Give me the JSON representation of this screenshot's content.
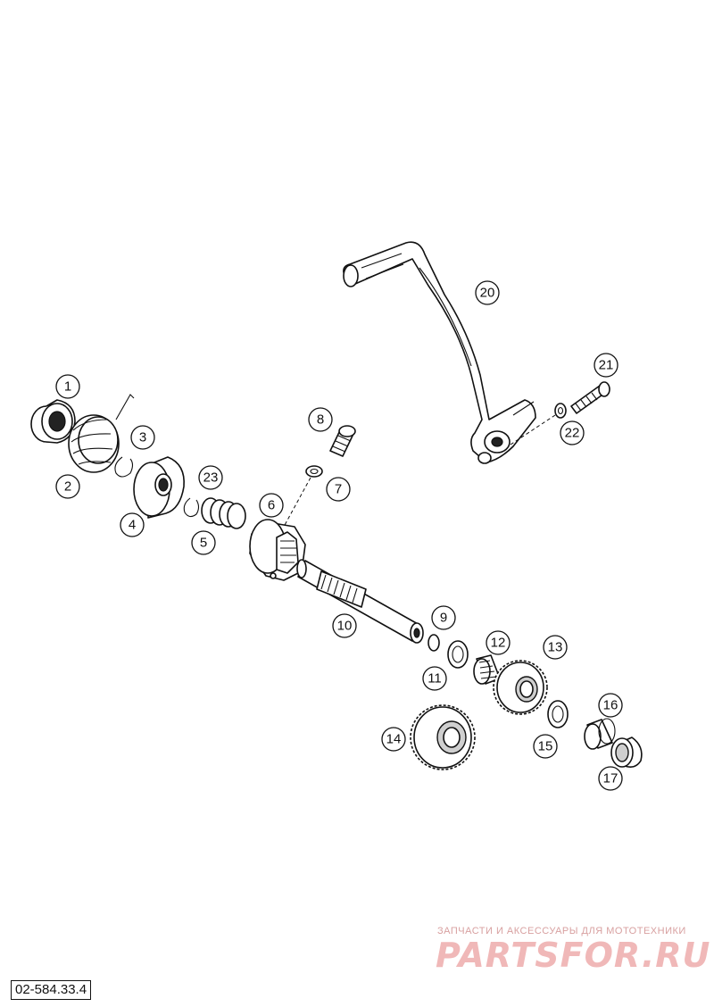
{
  "reference_code": "02-584.33.4",
  "watermark": {
    "tagline": "ЗАПЧАСТИ И АКСЕССУАРЫ ДЛЯ МОТОТЕХНИКИ",
    "brand": "PARTSFOR.RU"
  },
  "callouts": [
    "1",
    "2",
    "3",
    "4",
    "5",
    "6",
    "7",
    "8",
    "9",
    "10",
    "11",
    "12",
    "13",
    "14",
    "15",
    "16",
    "17",
    "20",
    "21",
    "22",
    "23"
  ]
}
